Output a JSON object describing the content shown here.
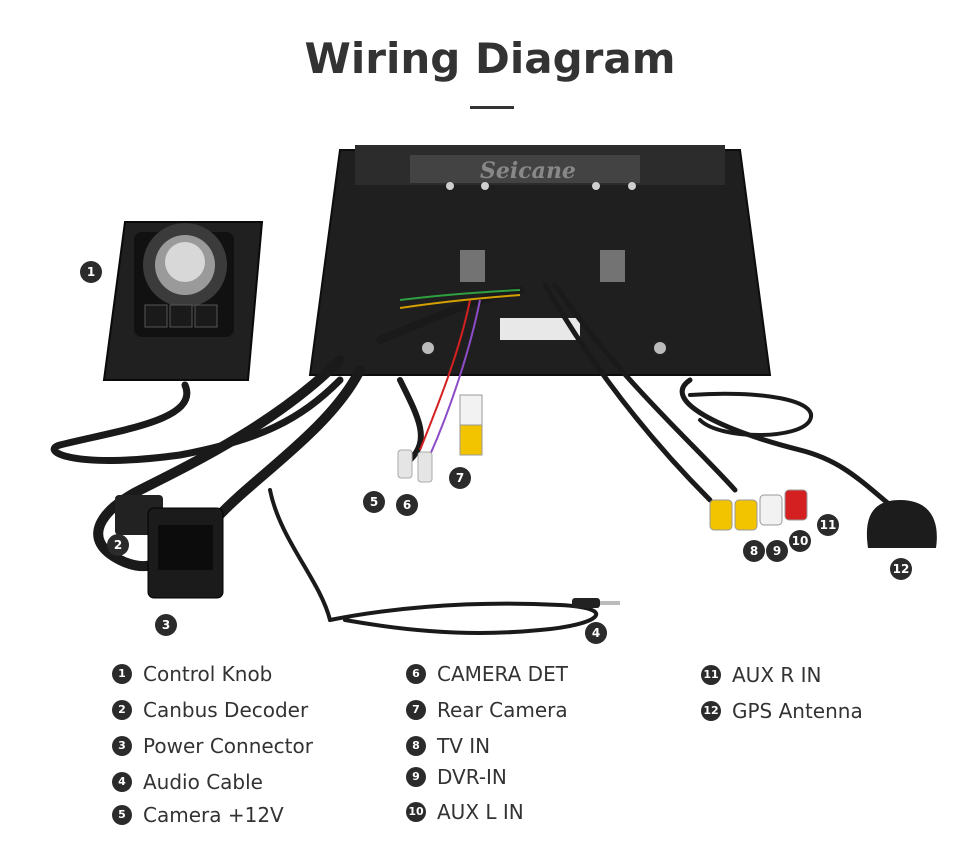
{
  "title": "Wiring Diagram",
  "brand": "Seicane",
  "callouts": [
    "1",
    "2",
    "3",
    "4",
    "5",
    "6",
    "7",
    "8",
    "9",
    "10",
    "11",
    "12"
  ],
  "legend": [
    {
      "num": "1",
      "label": "Control Knob"
    },
    {
      "num": "2",
      "label": "Canbus Decoder"
    },
    {
      "num": "3",
      "label": "Power Connector"
    },
    {
      "num": "4",
      "label": "Audio Cable"
    },
    {
      "num": "5",
      "label": "Camera +12V"
    },
    {
      "num": "6",
      "label": "CAMERA DET"
    },
    {
      "num": "7",
      "label": "Rear Camera"
    },
    {
      "num": "8",
      "label": "TV IN"
    },
    {
      "num": "9",
      "label": "DVR-IN"
    },
    {
      "num": "10",
      "label": "AUX L IN"
    },
    {
      "num": "11",
      "label": "AUX R IN"
    },
    {
      "num": "12",
      "label": "GPS Antenna"
    }
  ],
  "colors": {
    "dark": "#2b2b2b",
    "cable": "#1a1a1a",
    "rca_yellow": "#f2c400",
    "rca_red": "#d42020",
    "rca_white": "#f2f2f2"
  }
}
